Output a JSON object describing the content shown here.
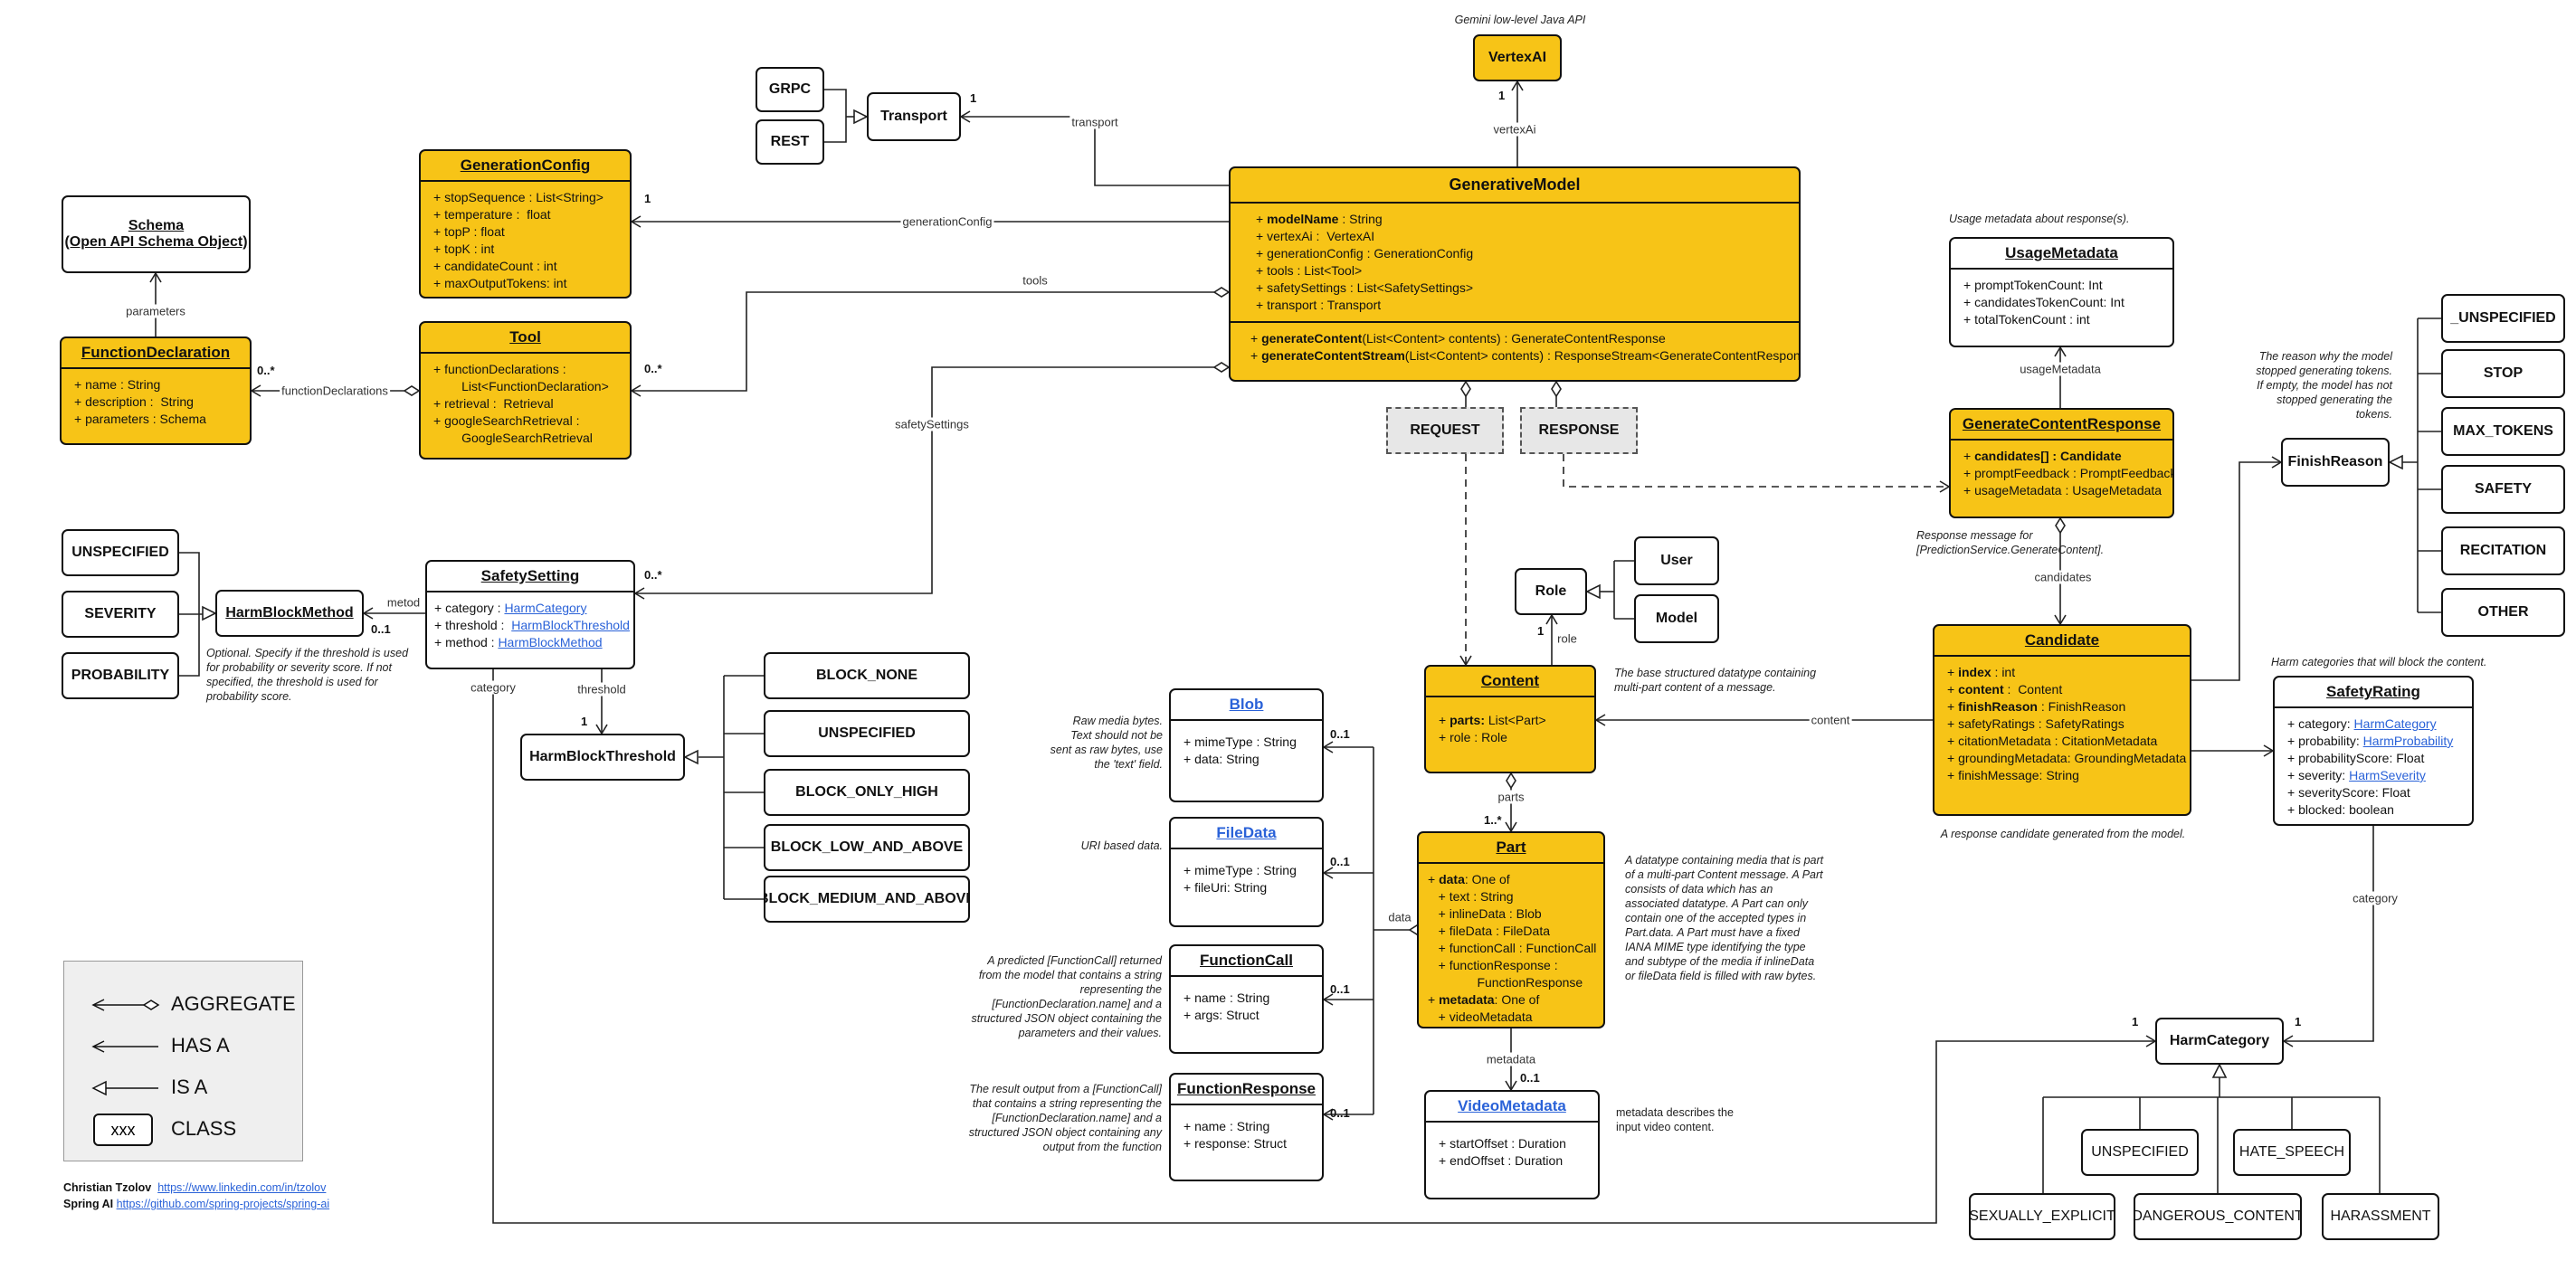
{
  "classes": {
    "vertexai": {
      "title": "VertexAI"
    },
    "grpc": {
      "title": "GRPC"
    },
    "rest": {
      "title": "REST"
    },
    "transport": {
      "title": "Transport"
    },
    "schema": {
      "title_line1": "Schema",
      "title_line2": "(Open API Schema Object)"
    },
    "generation_config": {
      "title": "GenerationConfig",
      "attributes": [
        [
          {
            "t": "+ stopSequence : List<String>"
          }
        ],
        [
          {
            "t": "+ temperature :  float"
          }
        ],
        [
          {
            "t": "+ topP : float"
          }
        ],
        [
          {
            "t": "+ topK : int"
          }
        ],
        [
          {
            "t": "+ candidateCount : int"
          }
        ],
        [
          {
            "t": "+ maxOutputTokens: int"
          }
        ]
      ]
    },
    "generative_model": {
      "title": "GenerativeModel",
      "attributes": [
        [
          {
            "t": "+ "
          },
          {
            "t": "modelName",
            "b": true
          },
          {
            "t": " : String"
          }
        ],
        [
          {
            "t": "+ vertexAi :  VertexAI"
          }
        ],
        [
          {
            "t": "+ generationConfig : GenerationConfig"
          }
        ],
        [
          {
            "t": "+ tools : List<Tool>"
          }
        ],
        [
          {
            "t": "+ safetySettings : List<SafetySettings>"
          }
        ],
        [
          {
            "t": "+ transport : Transport"
          }
        ]
      ],
      "methods": [
        [
          {
            "t": "+ "
          },
          {
            "t": "generateContent",
            "b": true
          },
          {
            "t": "(List<Content> contents) : GenerateContentResponse"
          }
        ],
        [
          {
            "t": "+ "
          },
          {
            "t": "generateContentStream",
            "b": true
          },
          {
            "t": "(List<Content> contents) : ResponseStream<GenerateContentResponse>"
          }
        ]
      ]
    },
    "function_declaration": {
      "title": "FunctionDeclaration",
      "attributes": [
        [
          {
            "t": "+ name : String"
          }
        ],
        [
          {
            "t": "+ description :  String"
          }
        ],
        [
          {
            "t": "+ parameters : Schema"
          }
        ]
      ]
    },
    "tool": {
      "title": "Tool",
      "attributes": [
        [
          {
            "t": "+ functionDeclarations :"
          }
        ],
        [
          {
            "t": "        List<FunctionDeclaration>"
          }
        ],
        [
          {
            "t": "+ retrieval :  Retrieval"
          }
        ],
        [
          {
            "t": "+ googleSearchRetrieval :"
          }
        ],
        [
          {
            "t": "        GoogleSearchRetrieval"
          }
        ]
      ]
    },
    "usage_metadata": {
      "title": "UsageMetadata",
      "attributes": [
        [
          {
            "t": "+ promptTokenCount: Int"
          }
        ],
        [
          {
            "t": "+ candidatesTokenCount: Int"
          }
        ],
        [
          {
            "t": "+ totalTokenCount : int"
          }
        ]
      ]
    },
    "generate_content_response": {
      "title": "GenerateContentResponse",
      "attributes": [
        [
          {
            "t": "+ "
          },
          {
            "t": "candidates[] : Candidate",
            "b": true
          }
        ],
        [
          {
            "t": "+ promptFeedback : PromptFeedback"
          }
        ],
        [
          {
            "t": "+ usageMetadata : UsageMetadata"
          }
        ]
      ]
    },
    "request": {
      "title": "REQUEST"
    },
    "response": {
      "title": "RESPONSE"
    },
    "finish_reason": {
      "title": "FinishReason"
    },
    "finish_unspecified": {
      "title": "_UNSPECIFIED"
    },
    "stop": {
      "title": "STOP"
    },
    "max_tokens": {
      "title": "MAX_TOKENS"
    },
    "safety": {
      "title": "SAFETY"
    },
    "recitation": {
      "title": "RECITATION"
    },
    "other": {
      "title": "OTHER"
    },
    "harm_unspecified": {
      "title": "UNSPECIFIED"
    },
    "severity": {
      "title": "SEVERITY"
    },
    "probability": {
      "title": "PROBABILITY"
    },
    "harm_block_method": {
      "title": "HarmBlockMethod"
    },
    "safety_setting": {
      "title": "SafetySetting",
      "attributes": [
        [
          {
            "t": "+ category : "
          },
          {
            "t": "HarmCategory",
            "a": true
          }
        ],
        [
          {
            "t": "+ threshold :  "
          },
          {
            "t": "HarmBlockThreshold",
            "a": true
          }
        ],
        [
          {
            "t": "+ method : "
          },
          {
            "t": "HarmBlockMethod",
            "a": true
          }
        ]
      ]
    },
    "role": {
      "title": "Role"
    },
    "user": {
      "title": "User"
    },
    "model": {
      "title": "Model"
    },
    "harm_block_threshold": {
      "title": "HarmBlockThreshold"
    },
    "block_none": {
      "title": "BLOCK_NONE"
    },
    "threshold_unspecified": {
      "title": "UNSPECIFIED"
    },
    "block_only_high": {
      "title": "BLOCK_ONLY_HIGH"
    },
    "block_low_and_above": {
      "title": "BLOCK_LOW_AND_ABOVE"
    },
    "block_medium_and_above": {
      "title": "BLOCK_MEDIUM_AND_ABOVE"
    },
    "blob": {
      "title": "Blob",
      "attributes": [
        [
          {
            "t": "+ mimeType : String"
          }
        ],
        [
          {
            "t": "+ data: String"
          }
        ]
      ]
    },
    "content": {
      "title": "Content",
      "attributes": [
        [
          {
            "t": "+ "
          },
          {
            "t": "parts:",
            "b": true
          },
          {
            "t": " List<Part>"
          }
        ],
        [
          {
            "t": "+ role : Role"
          }
        ]
      ]
    },
    "candidate": {
      "title": "Candidate",
      "attributes": [
        [
          {
            "t": "+ "
          },
          {
            "t": "index",
            "b": true
          },
          {
            "t": " : int"
          }
        ],
        [
          {
            "t": "+ "
          },
          {
            "t": "content",
            "b": true
          },
          {
            "t": " :  Content"
          }
        ],
        [
          {
            "t": "+ "
          },
          {
            "t": "finishReason",
            "b": true
          },
          {
            "t": " : FinishReason"
          }
        ],
        [
          {
            "t": "+ safetyRatings : SafetyRatings"
          }
        ],
        [
          {
            "t": "+ citationMetadata : CitationMetadata"
          }
        ],
        [
          {
            "t": "+ groundingMetadata: GroundingMetadata"
          }
        ],
        [
          {
            "t": "+ finishMessage: String"
          }
        ]
      ]
    },
    "safety_rating": {
      "title": "SafetyRating",
      "attributes": [
        [
          {
            "t": "+ category: "
          },
          {
            "t": "HarmCategory",
            "a": true
          }
        ],
        [
          {
            "t": "+ probability: "
          },
          {
            "t": "HarmProbability",
            "a": true
          }
        ],
        [
          {
            "t": "+ probabilityScore: Float"
          }
        ],
        [
          {
            "t": "+ severity: "
          },
          {
            "t": "HarmSeverity",
            "a": true
          }
        ],
        [
          {
            "t": "+ severityScore: Float"
          }
        ],
        [
          {
            "t": "+ blocked: boolean"
          }
        ]
      ]
    },
    "file_data": {
      "title": "FileData",
      "attributes": [
        [
          {
            "t": "+ mimeType : String"
          }
        ],
        [
          {
            "t": "+ fileUri: String"
          }
        ]
      ]
    },
    "part": {
      "title": "Part",
      "attributes": [
        [
          {
            "t": "+ "
          },
          {
            "t": "data",
            "b": true
          },
          {
            "t": ": One of"
          }
        ],
        [
          {
            "t": "   + text : String"
          }
        ],
        [
          {
            "t": "   + inlineData : Blob"
          }
        ],
        [
          {
            "t": "   + fileData : FileData"
          }
        ],
        [
          {
            "t": "   + functionCall : FunctionCall"
          }
        ],
        [
          {
            "t": "   + functionResponse :"
          }
        ],
        [
          {
            "t": "              FunctionResponse"
          }
        ],
        [
          {
            "t": "+ "
          },
          {
            "t": "metadata",
            "b": true
          },
          {
            "t": ": One of"
          }
        ],
        [
          {
            "t": "   + videoMetadata"
          }
        ]
      ]
    },
    "function_call": {
      "title": "FunctionCall",
      "attributes": [
        [
          {
            "t": "+ name : String"
          }
        ],
        [
          {
            "t": "+ args: Struct"
          }
        ]
      ]
    },
    "function_response": {
      "title": "FunctionResponse",
      "attributes": [
        [
          {
            "t": "+ name : String"
          }
        ],
        [
          {
            "t": "+ response: Struct"
          }
        ]
      ]
    },
    "video_metadata": {
      "title": "VideoMetadata",
      "attributes": [
        [
          {
            "t": "+ startOffset : Duration"
          }
        ],
        [
          {
            "t": "+ endOffset : Duration"
          }
        ]
      ]
    },
    "harm_category": {
      "title": "HarmCategory"
    },
    "cat_unspecified": {
      "title": "UNSPECIFIED"
    },
    "hate_speech": {
      "title": "HATE_SPEECH"
    },
    "sexually_explicit": {
      "title": "SEXUALLY_EXPLICIT"
    },
    "dangerous_content": {
      "title": "DANGEROUS_CONTENT"
    },
    "harassment": {
      "title": "HARASSMENT"
    }
  },
  "notes": {
    "gemini": "Gemini low-level Java API",
    "usage": "Usage metadata about response(s).",
    "finish": "The reason why the model stopped generating tokens. If empty, the model has not stopped generating the tokens.",
    "response_msg": "Response message for [PredictionService.GenerateContent].",
    "harm_block": "Optional. Specify if the threshold is used for probability or severity score. If not specified, the threshold is used for probability score.",
    "content": "The base structured datatype containing multi-part content of a message.",
    "harm_categories": "Harm categories that will block the content.",
    "blob": "Raw media bytes. Text should not be sent as raw bytes, use the 'text' field.",
    "candidate": "A response candidate generated from the model.",
    "uri": "URI based data.",
    "part": "A datatype containing media that is part of a multi-part Content message. A Part consists of data which has an associated datatype. A Part can only contain one of the accepted types in Part.data. A Part must have a fixed IANA MIME type identifying the type and subtype of the media if inlineData or fileData field is filled with raw bytes.",
    "function_call": "A predicted [FunctionCall] returned from the model that contains a string representing the [FunctionDeclaration.name] and a structured JSON object containing the parameters and their values.",
    "function_response": "The result output from a [FunctionCall] that contains a string representing the [FunctionDeclaration.name] and a structured JSON object containing any output from the function",
    "video_metadata": "metadata describes the input video content."
  },
  "edge_labels": {
    "transport": "transport",
    "vertex_ai": "vertexAi",
    "generation_config": "generationConfig",
    "tools": "tools",
    "parameters": "parameters",
    "function_declarations": "functionDeclarations",
    "safety_settings": "safetySettings",
    "usage_metadata": "usageMetadata",
    "candidates": "candidates",
    "metod": "metod",
    "role": "role",
    "threshold": "threshold",
    "category_left": "category",
    "parts": "parts",
    "content": "content",
    "category_right": "category",
    "data": "data",
    "metadata": "metadata"
  },
  "multiplicities": {
    "vertex_one": "1",
    "transport_one": "1",
    "gen_config_one": "1",
    "tools_many": "0..*",
    "fd_many": "0..*",
    "ss_many": "0..*",
    "hbm_opt": "0..1",
    "role_one": "1",
    "hbt_one": "1",
    "parts_many": "1..*",
    "blob_opt": "0..1",
    "file_opt": "0..1",
    "fc_opt": "0..1",
    "fr_opt": "0..1",
    "video_opt": "0..1",
    "hc_left_one": "1",
    "hc_right_one": "1"
  },
  "legend": {
    "aggregate": "AGGREGATE",
    "has_a": "HAS A",
    "is_a": "IS A",
    "class_box": "xxx",
    "class": "CLASS"
  },
  "credits": {
    "author_name": "Christian Tzolov",
    "author_link": "https://www.linkedin.com/in/tzolov",
    "project_name": "Spring AI",
    "project_link": "https://github.com/spring-projects/spring-ai"
  },
  "colors": {
    "class_fill": "#f7c417",
    "line": "#222222",
    "link": "#2a62d8",
    "legend_bg": "#efefef",
    "dashed_fill": "#e7e7e7"
  }
}
